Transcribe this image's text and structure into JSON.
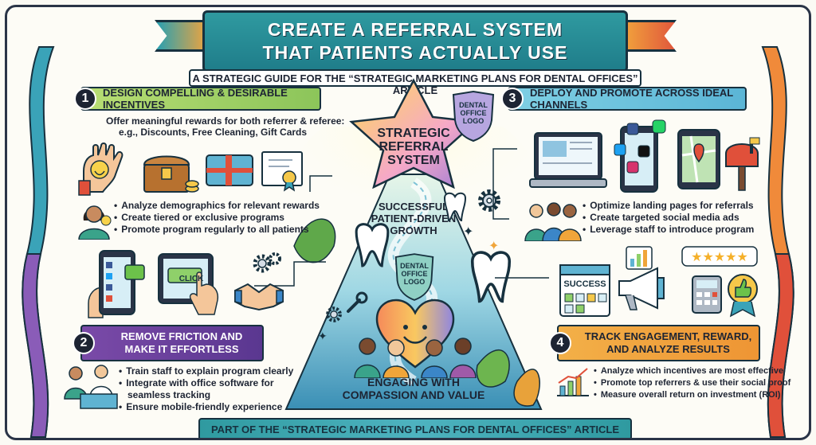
{
  "title": {
    "line1": "CREATE A REFERRAL SYSTEM",
    "line2": "THAT PATIENTS ACTUALLY USE"
  },
  "subtitle": "A STRATEGIC GUIDE FOR THE “STRATEGIC MARKETING PLANS FOR DENTAL OFFICES” ARTICLE",
  "sections": {
    "s1": {
      "number": "1",
      "title": "DESIGN COMPELLING & DESIRABLE INCENTIVES",
      "intro_line1": "Offer meaningful rewards for both referrer & referee:",
      "intro_line2": "e.g., Discounts, Free Cleaning, Gift Cards",
      "bullets": [
        "Analyze demographics for relevant rewards",
        "Create tiered or exclusive programs",
        "Promote program regularly to all patients"
      ]
    },
    "s2": {
      "number": "2",
      "title_line1": "REMOVE FRICTION AND",
      "title_line2": "MAKE IT EFFORTLESS",
      "bullets": [
        "Train staff to explain program clearly",
        "Integrate with office software for",
        "seamless tracking",
        "Ensure mobile-friendly experience"
      ],
      "click_label": "CLICK"
    },
    "s3": {
      "number": "3",
      "title": "DEPLOY AND PROMOTE ACROSS IDEAL CHANNELS",
      "bullets": [
        "Optimize landing pages for referrals",
        "Create targeted social media ads",
        "Leverage staff to introduce program"
      ]
    },
    "s4": {
      "number": "4",
      "title_line1": "TRACK ENGAGEMENT, REWARD,",
      "title_line2": "AND ANALYZE RESULTS",
      "bullets": [
        "Analyze which incentives are most effective",
        "Promote top referrers & use their social proof",
        "Measure overall return on investment (ROI)"
      ],
      "success_label": "SUCCESS"
    }
  },
  "center": {
    "star_line1": "STRATEGIC",
    "star_line2": "REFERRAL",
    "star_line3": "SYSTEM",
    "growth_line1": "SUCCESSFUL",
    "growth_line2": "PATIENT-DRIVEN",
    "growth_line3": "GROWTH",
    "engage_line1": "ENGAGING WITH",
    "engage_line2": "COMPASSION AND VALUE",
    "logo_line1": "DENTAL",
    "logo_line2": "OFFICE",
    "logo_line3": "LOGO"
  },
  "footer": "PART OF THE “STRATEGIC MARKETING PLANS FOR DENTAL OFFICES” ARTICLE",
  "colors": {
    "teal": "#2f9aa0",
    "green": "#8cc55a",
    "purple": "#5a3790",
    "orange": "#ee9534",
    "sky": "#5bb5d6"
  }
}
